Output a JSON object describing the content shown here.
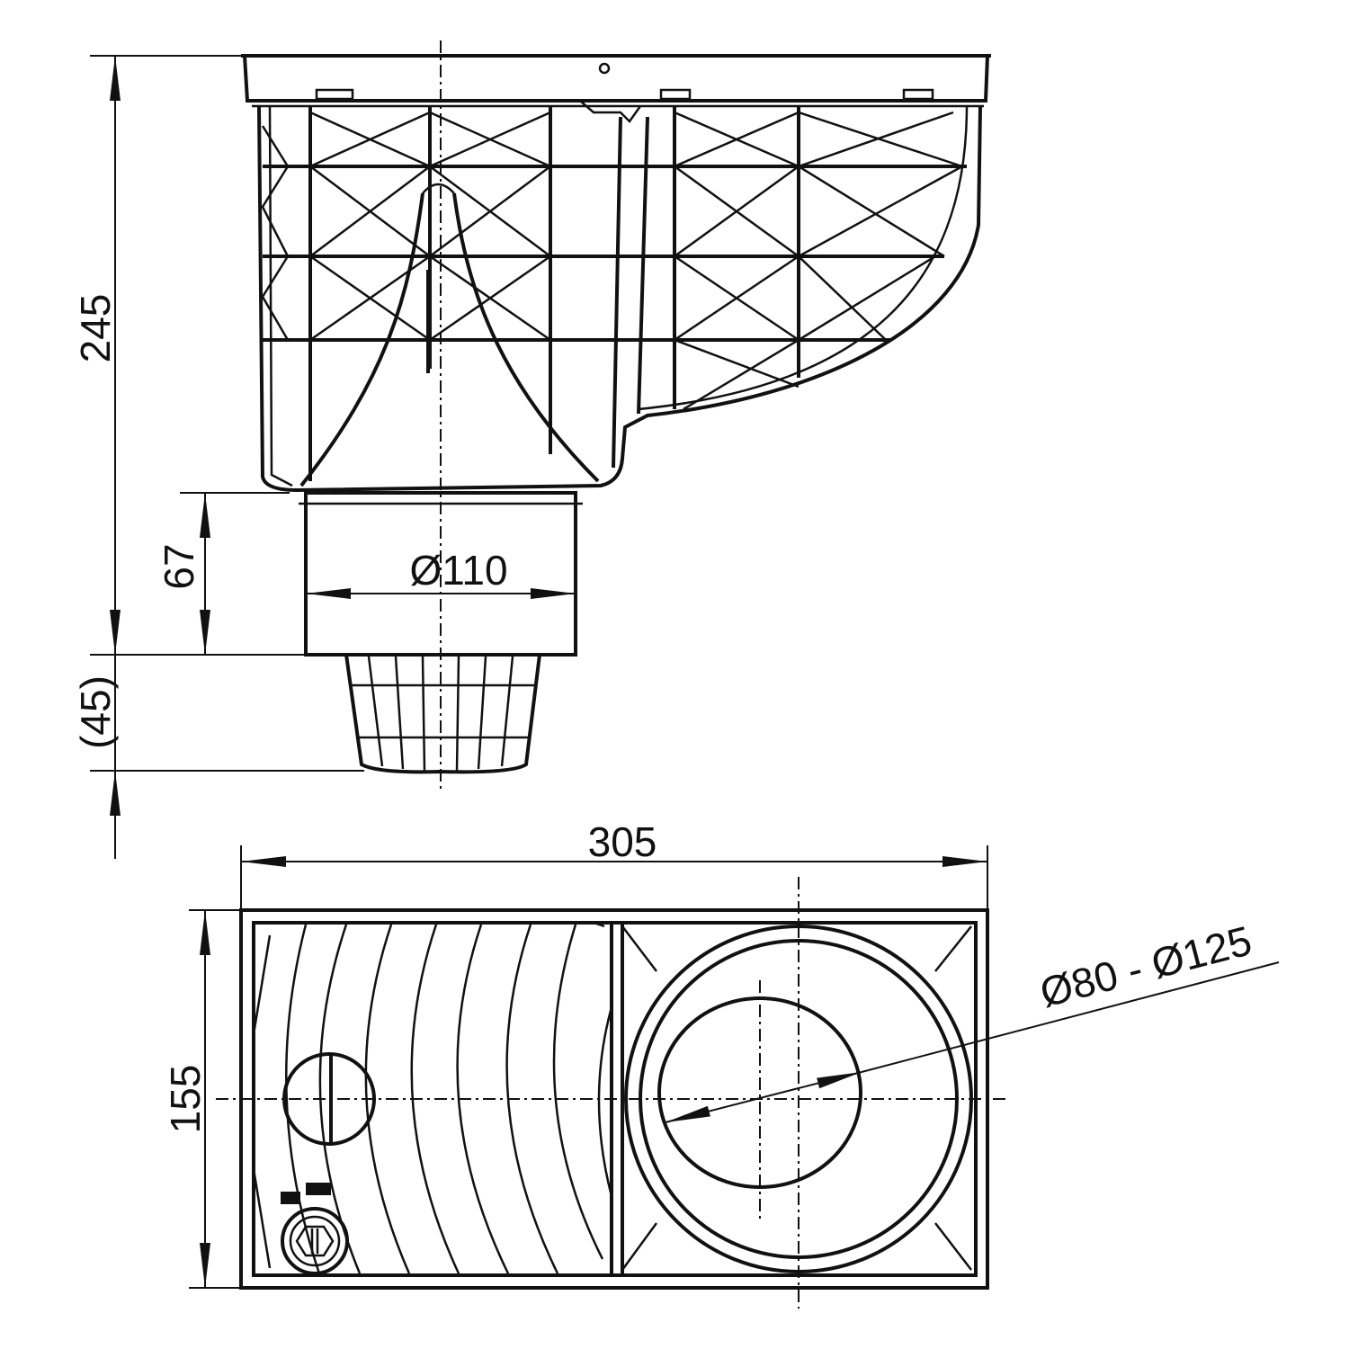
{
  "dimensions": {
    "height_total": "245",
    "outlet_height": "67",
    "strainer_height": "(45)",
    "outlet_diameter": "Ø110",
    "width": "305",
    "depth": "155",
    "inlet_diameter_range": "Ø80 - Ø125"
  }
}
